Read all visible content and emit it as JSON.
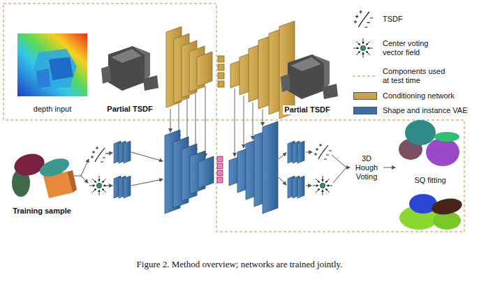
{
  "diagram": {
    "caption": "Figure 2. Method overview; networks are trained jointly.",
    "labels": [
      "depth input",
      "Partial TSDF",
      "Partial TSDF",
      "Training sample",
      "3D Hough Voting",
      "SQ fitting"
    ],
    "legend": [
      {
        "text": "TSDF"
      },
      {
        "text": "Center voting vector field"
      },
      {
        "text": "Components used at test time"
      },
      {
        "text": "Conditioning network",
        "color": "#c9a24a"
      },
      {
        "text": "Shape and instance VAE",
        "color": "#3d6fa3"
      }
    ]
  }
}
